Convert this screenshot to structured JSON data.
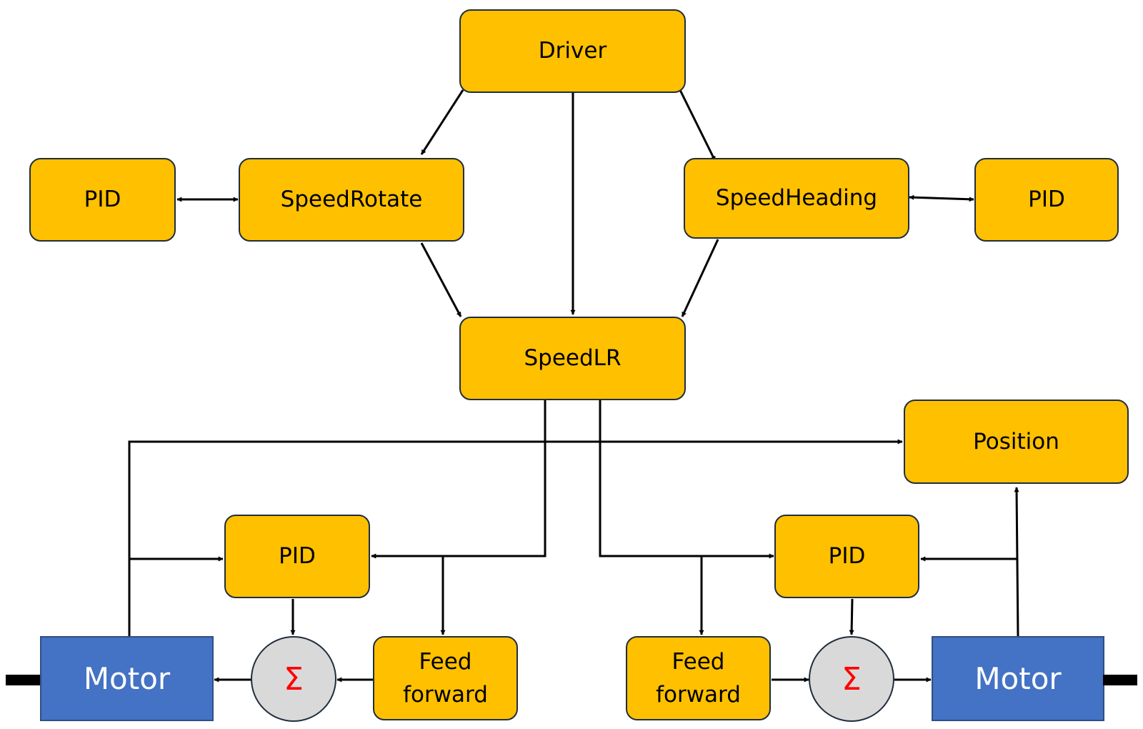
{
  "colors": {
    "block_fill": "#ffc000",
    "motor_fill": "#4472c4",
    "sum_fill": "#d9d9d9",
    "sum_symbol": "#ff0000",
    "wire": "#000000"
  },
  "blocks": {
    "driver": "Driver",
    "speed_rotate": "SpeedRotate",
    "speed_heading": "SpeedHeading",
    "pid_left_top": "PID",
    "pid_right_top": "PID",
    "speed_lr": "SpeedLR",
    "position": "Position",
    "pid_left_bottom": "PID",
    "pid_right_bottom": "PID",
    "feed_forward_left": "Feed forward",
    "feed_forward_right": "Feed forward",
    "motor_left": "Motor",
    "motor_right": "Motor",
    "sum_symbol": "Σ"
  }
}
